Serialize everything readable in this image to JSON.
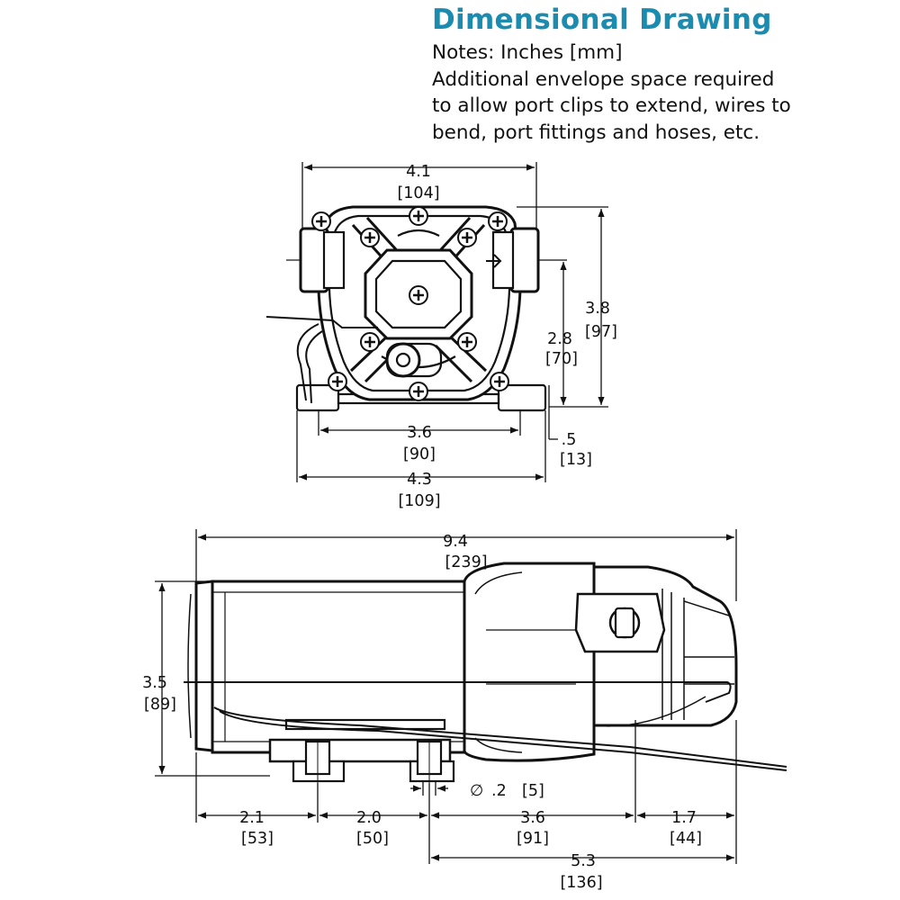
{
  "title": "Dimensional Drawing",
  "notes": {
    "line1": "Notes: Inches [mm]",
    "line2": "Additional envelope space required",
    "line3": "to allow port clips to extend, wires to",
    "line4": "bend, port fittings and hoses, etc."
  },
  "end_view": {
    "width_top": {
      "in": "4.1",
      "mm": "[104]"
    },
    "height_total": {
      "in": "3.8",
      "mm": "[97]"
    },
    "port_height": {
      "in": "2.8",
      "mm": "[70]"
    },
    "foot_height": {
      "in": ".5",
      "mm": "[13]"
    },
    "mount_spacing": {
      "in": "3.6",
      "mm": "[90]"
    },
    "base_width": {
      "in": "4.3",
      "mm": "[109]"
    }
  },
  "side_view": {
    "overall_length": {
      "in": "9.4",
      "mm": "[239]"
    },
    "height": {
      "in": "3.5",
      "mm": "[89]"
    },
    "seg_a": {
      "in": "2.1",
      "mm": "[53]"
    },
    "seg_b": {
      "in": "2.0",
      "mm": "[50]"
    },
    "seg_c": {
      "in": "3.6",
      "mm": "[91]"
    },
    "seg_d": {
      "in": "1.7",
      "mm": "[44]"
    },
    "seg_e": {
      "in": "5.3",
      "mm": "[136]"
    },
    "hole": {
      "symbol": "∅",
      "in": ".2",
      "mm": "[5]"
    }
  },
  "colors": {
    "title": "#1b8cb0",
    "line": "#111111"
  }
}
